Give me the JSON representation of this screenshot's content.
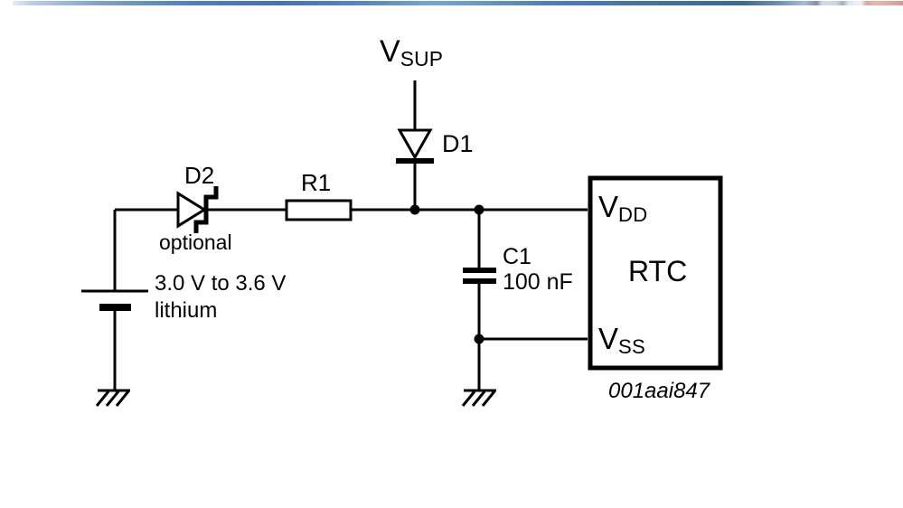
{
  "top_bar": {
    "blue": "#47709f",
    "light_blue": "#cfdeee",
    "pink": "#e2b0ac"
  },
  "schematic": {
    "supply": {
      "label_main": "V",
      "label_sub": "SUP"
    },
    "d1": {
      "label": "D1"
    },
    "d2": {
      "label": "D2",
      "note": "optional"
    },
    "battery": {
      "voltage": "3.0 V to 3.6 V",
      "type": "lithium"
    },
    "r1": {
      "label": "R1"
    },
    "c1": {
      "label": "C1",
      "value": "100 nF"
    },
    "rtc": {
      "title": "RTC",
      "pin_vdd_main": "V",
      "pin_vdd_sub": "DD",
      "pin_vss_main": "V",
      "pin_vss_sub": "SS"
    },
    "figure_id": "001aai847",
    "colors": {
      "line": "#000000",
      "background": "#ffffff"
    }
  }
}
